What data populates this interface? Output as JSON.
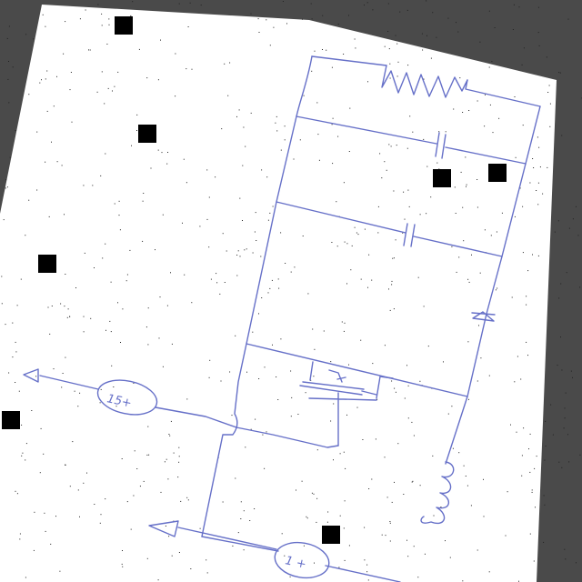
{
  "scan": {
    "background": "#4a4a4a",
    "paper_color": "#ffffff",
    "ink_color": "#6670c8"
  },
  "diagram": {
    "source_labels": [
      {
        "id": "source-1",
        "text": "15+"
      },
      {
        "id": "source-2",
        "text": "1 +"
      }
    ],
    "component_icons": [
      "resistor-icon",
      "capacitor-icon",
      "capacitor-icon",
      "diode-icon",
      "transistor-icon",
      "inductor-icon",
      "voltage-source-icon",
      "voltage-source-icon",
      "arrow-icon",
      "arrow-icon"
    ]
  }
}
